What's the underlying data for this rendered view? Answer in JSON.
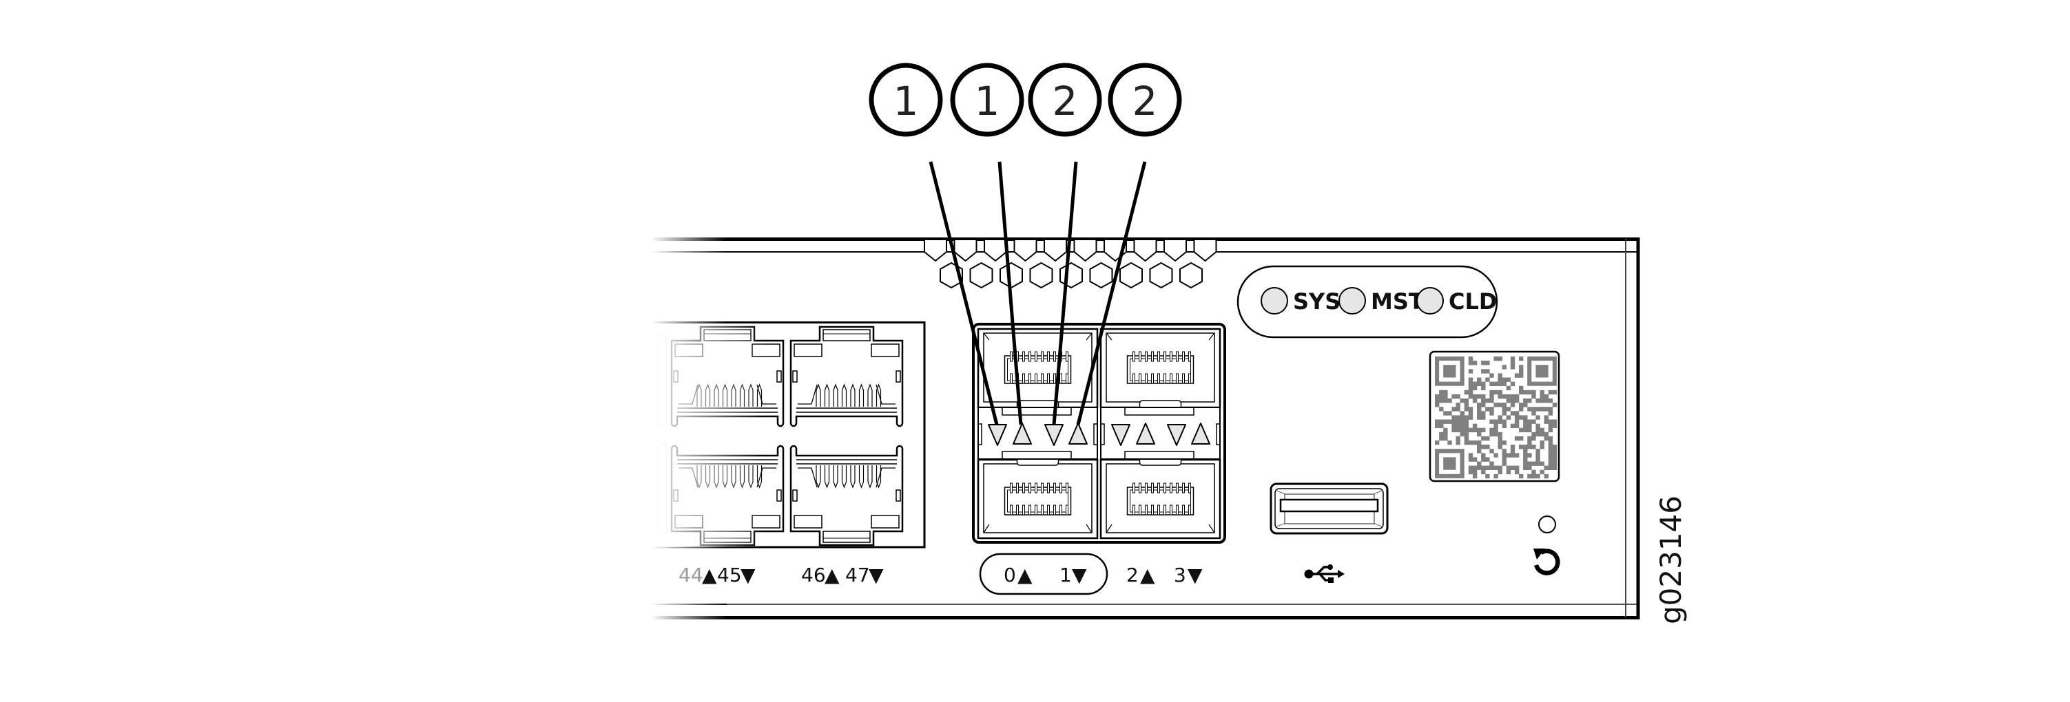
{
  "figure": {
    "id": "g023146",
    "description": "Switch front panel close-up showing SFP uplink port LEDs with callouts"
  },
  "callouts": [
    {
      "number": "1",
      "target": "port-0-led"
    },
    {
      "number": "1",
      "target": "port-0-link-led"
    },
    {
      "number": "2",
      "target": "port-1-led"
    },
    {
      "number": "2",
      "target": "port-1-link-led"
    }
  ],
  "status_leds": [
    {
      "label": "SYS"
    },
    {
      "label": "MST"
    },
    {
      "label": "CLD"
    }
  ],
  "rj45_port_labels": [
    {
      "number": "44",
      "arrow": "▲",
      "faded": true
    },
    {
      "number": "45",
      "arrow": "▼",
      "faded": false
    },
    {
      "number": "46",
      "arrow": "▲",
      "faded": false
    },
    {
      "number": "47",
      "arrow": "▼",
      "faded": false
    }
  ],
  "sfp_port_labels": [
    {
      "number": "0",
      "arrow": "▲",
      "highlighted": true
    },
    {
      "number": "1",
      "arrow": "▼",
      "highlighted": true
    },
    {
      "number": "2",
      "arrow": "▲",
      "highlighted": false
    },
    {
      "number": "3",
      "arrow": "▼",
      "highlighted": false
    }
  ],
  "icons": {
    "usb": "usb-icon",
    "reset": "reset-icon",
    "qr": "qr-code"
  },
  "colors": {
    "line": "#000000",
    "led_fill": "#e6e6e6",
    "qr_module": "#808080",
    "faded_text": "#9a9a9a"
  }
}
